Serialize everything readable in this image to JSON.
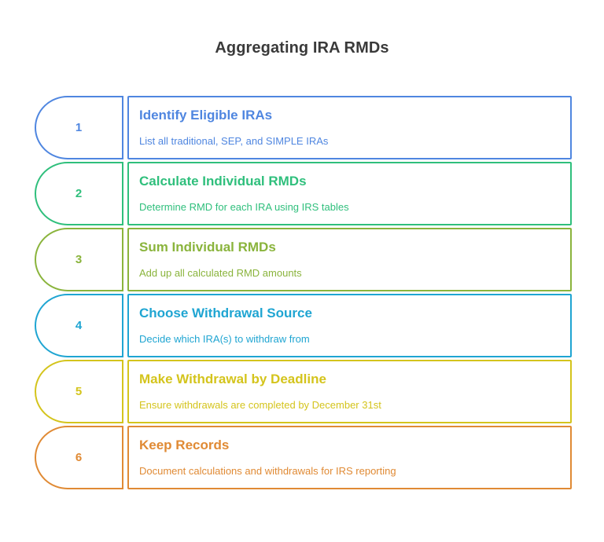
{
  "title": "Aggregating IRA RMDs",
  "steps": [
    {
      "number": "1",
      "heading": "Identify Eligible IRAs",
      "description": "List all traditional, SEP, and SIMPLE IRAs",
      "color": "#4f86e0"
    },
    {
      "number": "2",
      "heading": "Calculate Individual RMDs",
      "description": "Determine RMD for each IRA using IRS tables",
      "color": "#2fbf7c"
    },
    {
      "number": "3",
      "heading": "Sum Individual RMDs",
      "description": "Add up all calculated RMD amounts",
      "color": "#8ab43c"
    },
    {
      "number": "4",
      "heading": "Choose Withdrawal Source",
      "description": "Decide which IRA(s) to withdraw from",
      "color": "#1fa5d2"
    },
    {
      "number": "5",
      "heading": "Make Withdrawal by Deadline",
      "description": "Ensure withdrawals are completed by December 31st",
      "color": "#d4c41c"
    },
    {
      "number": "6",
      "heading": "Keep Records",
      "description": "Document calculations and withdrawals for IRS reporting",
      "color": "#e08a34"
    }
  ]
}
